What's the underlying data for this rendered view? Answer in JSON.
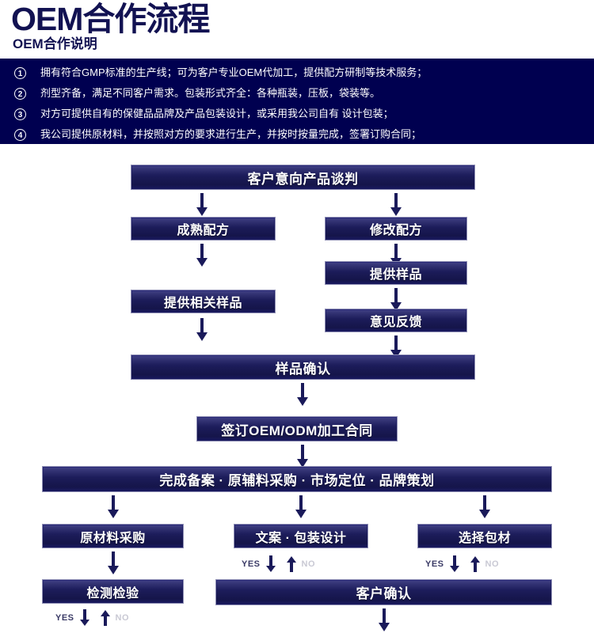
{
  "header": {
    "title": "OEM合作流程",
    "subtitle": "OEM合作说明"
  },
  "notes": {
    "items": [
      {
        "num": "1",
        "text": "拥有符合GMP标准的生产线；可为客户专业OEM代加工，提供配方研制等技术服务；"
      },
      {
        "num": "2",
        "text": "剂型齐备，满足不同客户需求。包装形式齐全：各种瓶装，压板，袋装等。"
      },
      {
        "num": "3",
        "text": "对方可提供自有的保健品品牌及产品包装设计，或采用我公司自有 设计包装；"
      },
      {
        "num": "4",
        "text": "我公司提供原材料，并按照对方的要求进行生产，并按时按量完成，签署订购合同；"
      }
    ]
  },
  "flow": {
    "boxes": {
      "negotiation": "客户意向产品谈判",
      "mature_formula": "成熟配方",
      "modify_formula": "修改配方",
      "provide_sample": "提供样品",
      "provide_related_sample": "提供相关样品",
      "feedback": "意见反馈",
      "sample_confirm": "样品确认",
      "sign_contract": "签订OEM/ODM加工合同",
      "filing_combo": "完成备案 · 原辅料采购 · 市场定位 · 品牌策划",
      "raw_material_purchase": "原材料采购",
      "copy_package_design": "文案 · 包装设计",
      "select_packaging": "选择包材",
      "inspection": "检测检验",
      "customer_confirm": "客户确认"
    },
    "decision_labels": {
      "yes": "YES",
      "no": "NO"
    }
  },
  "colors": {
    "panel_navy": "#000050",
    "box_navy": "#1b1b57",
    "arrow_navy": "#1a1a5a",
    "title_navy": "#121252",
    "no_gray": "#c9c9d4",
    "page_background": "#ffffff"
  },
  "icons": {
    "arrow_down": "arrow-down-icon",
    "arrow_up": "arrow-up-icon"
  }
}
